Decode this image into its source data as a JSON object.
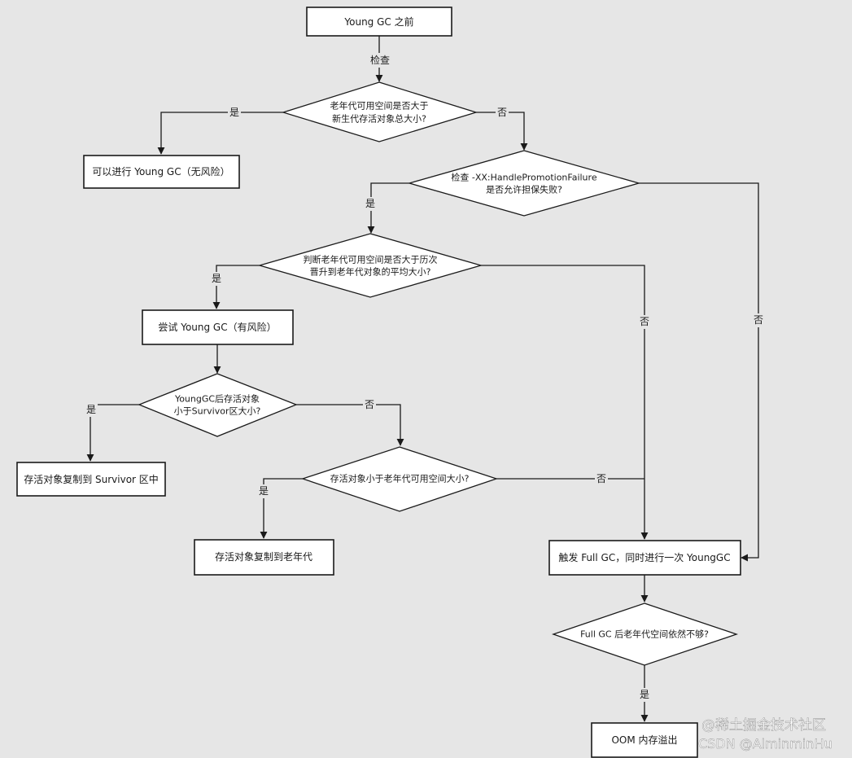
{
  "nodes": {
    "start": "Young GC 之前",
    "check_space": [
      "老年代可用空间是否大于",
      "新生代存活对象总大小?"
    ],
    "safe_gc": "可以进行 Young GC（无风险）",
    "check_flag": [
      "检查 -XX:HandlePromotionFailure",
      "是否允许担保失败?"
    ],
    "check_history": [
      "判断老年代可用空间是否大于历次",
      "晋升到老年代对象的平均大小?"
    ],
    "try_gc": "尝试 Young GC（有风险）",
    "check_survivor": [
      "YoungGC后存活对象",
      "小于Survivor区大小?"
    ],
    "copy_survivor": "存活对象复制到 Survivor 区中",
    "check_old": "存活对象小于老年代可用空间大小?",
    "copy_old": "存活对象复制到老年代",
    "full_gc": "触发 Full GC，同时进行一次 YoungGC",
    "check_after_full": "Full GC 后老年代空间依然不够?",
    "oom": "OOM 内存溢出"
  },
  "edge_labels": {
    "check": "检查",
    "yes": "是",
    "no": "否"
  },
  "watermark": [
    "@稀土掘金技术社区",
    "CSDN @AlminminHu"
  ]
}
